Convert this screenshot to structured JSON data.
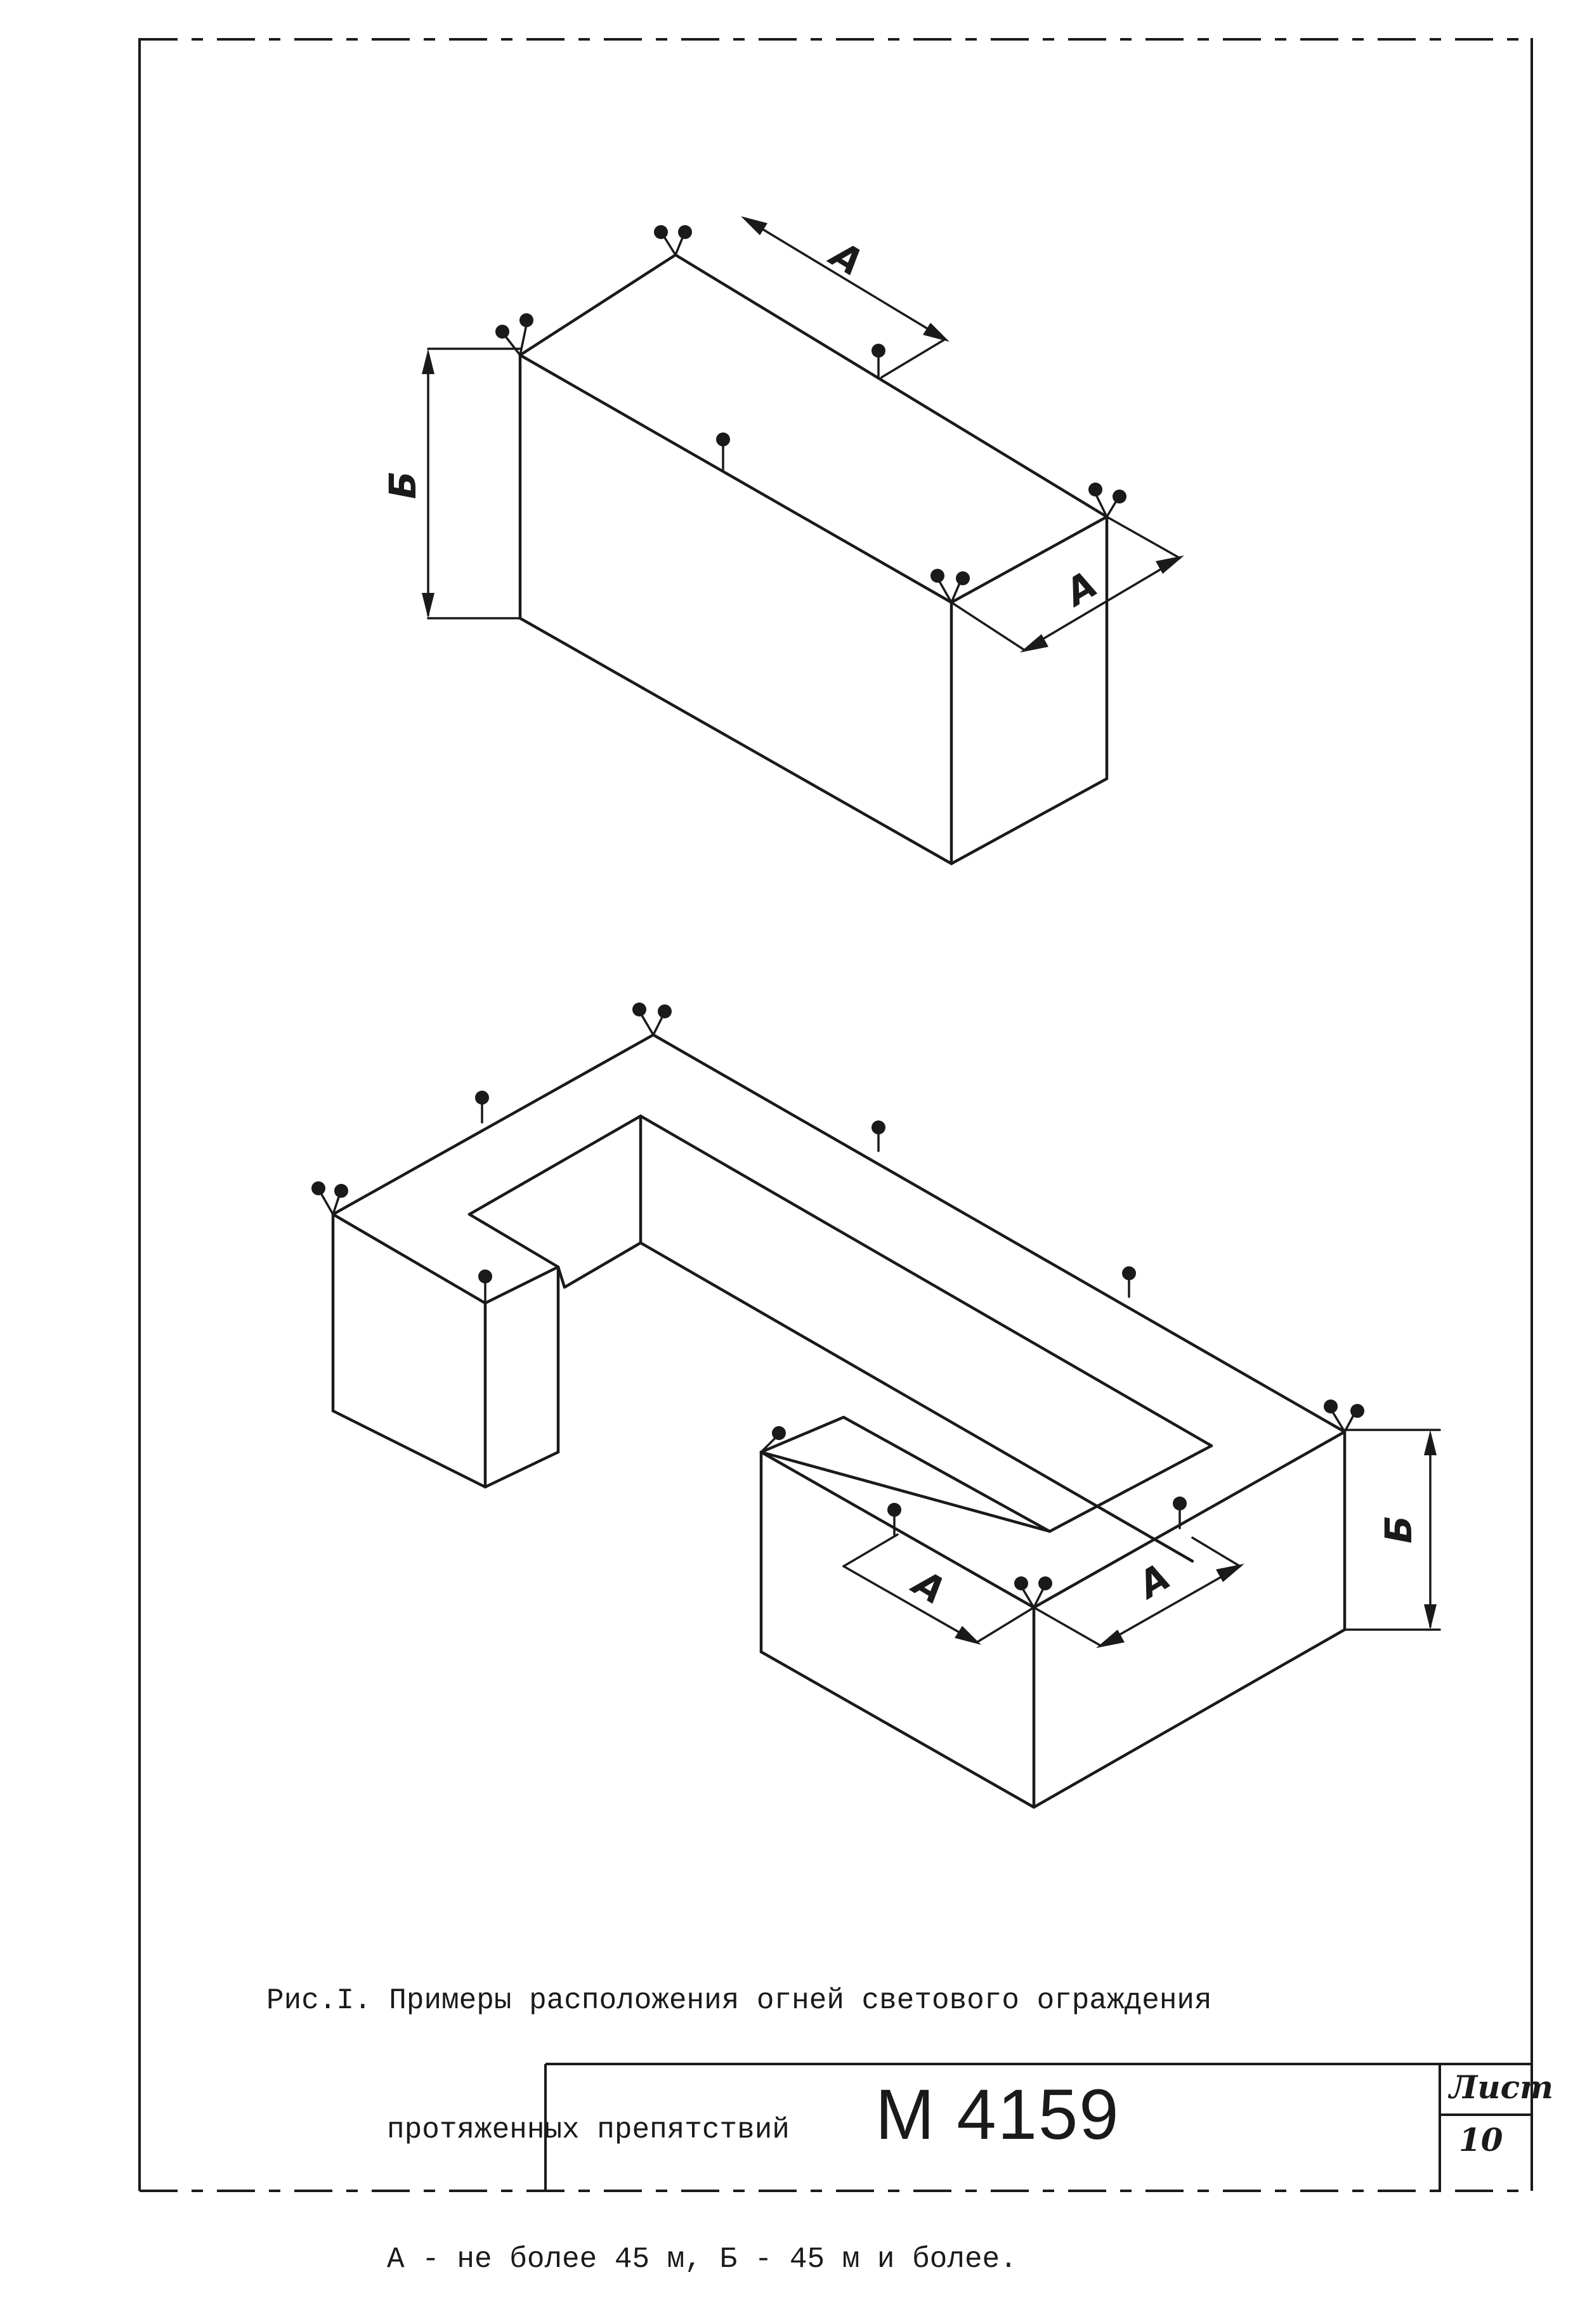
{
  "figure": {
    "dim_labels": {
      "a": "А",
      "b": "Б"
    }
  },
  "caption": {
    "line1": "Рис.I. Примеры расположения огней светового ограждения",
    "line2": "протяженных препятствий",
    "line3": "А - не более 45 м, Б - 45 м и более."
  },
  "stamp": {
    "code": "М 4159",
    "sheet_label": "Лист",
    "sheet_number": "10"
  }
}
